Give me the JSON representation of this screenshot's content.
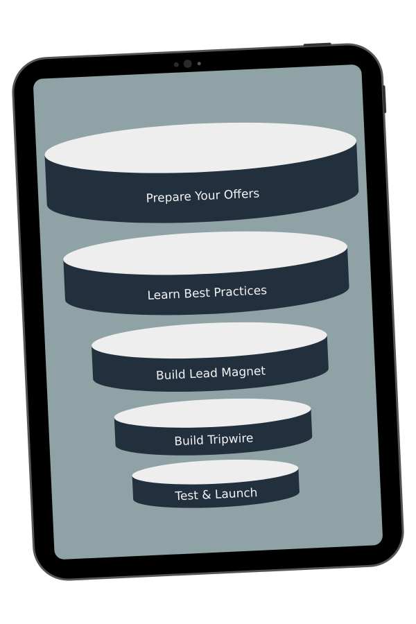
{
  "funnel": {
    "stages": [
      {
        "label": "Prepare Your Offers"
      },
      {
        "label": "Learn Best Practices"
      },
      {
        "label": "Build Lead Magnet"
      },
      {
        "label": "Build Tripwire"
      },
      {
        "label": "Test & Launch"
      }
    ]
  },
  "colors": {
    "screen": "#8fa2a6",
    "disc_side": "#222f3c",
    "disc_top": "#eeeeee",
    "bezel": "#000000"
  }
}
